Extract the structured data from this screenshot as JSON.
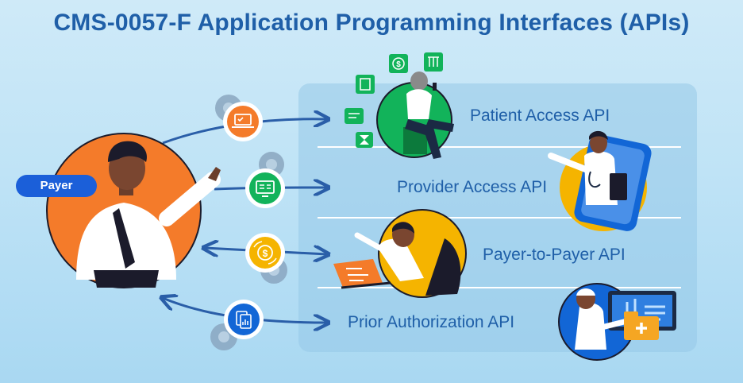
{
  "title": "CMS-0057-F Application Programming Interfaces (APIs)",
  "payer": {
    "label": "Payer"
  },
  "apis": [
    {
      "label": "Patient Access API"
    },
    {
      "label": "Provider Access API"
    },
    {
      "label": "Payer-to-Payer API"
    },
    {
      "label": "Prior Authorization API"
    }
  ],
  "colors": {
    "title": "#1f5fa8",
    "arrow": "#2a5ea8",
    "badge": "#1b5fd9",
    "orange": "#f47b2a",
    "green": "#12b35a",
    "yellow": "#f5b400",
    "blue": "#1266d6"
  },
  "icons": {
    "patient_access": "checklist-laptop-icon",
    "provider_access": "records-monitor-icon",
    "payer_to_payer": "coin-exchange-icon",
    "prior_authorization": "documents-chart-icon"
  }
}
